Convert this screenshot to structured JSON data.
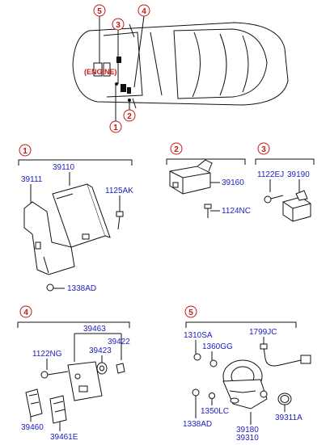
{
  "overview": {
    "engine_label": "(ENGINE)",
    "callouts": [
      "1",
      "2",
      "3",
      "4",
      "5"
    ]
  },
  "sections": {
    "s1": {
      "num": "1",
      "parts": [
        "39111",
        "39110",
        "1125AK",
        "1338AD"
      ]
    },
    "s2": {
      "num": "2",
      "parts": [
        "39160",
        "1124NC"
      ]
    },
    "s3": {
      "num": "3",
      "parts": [
        "1122EJ",
        "39190"
      ]
    },
    "s4": {
      "num": "4",
      "parts": [
        "39463",
        "39422",
        "39423",
        "1122NG",
        "39460",
        "39461E"
      ]
    },
    "s5": {
      "num": "5",
      "parts": [
        "1310SA",
        "1360GG",
        "1799JC",
        "1338AD",
        "1350LC",
        "39311A",
        "39180",
        "39310"
      ]
    }
  },
  "colors": {
    "part_number": "#2020c0",
    "callout": "#c01818",
    "line": "#111111"
  }
}
